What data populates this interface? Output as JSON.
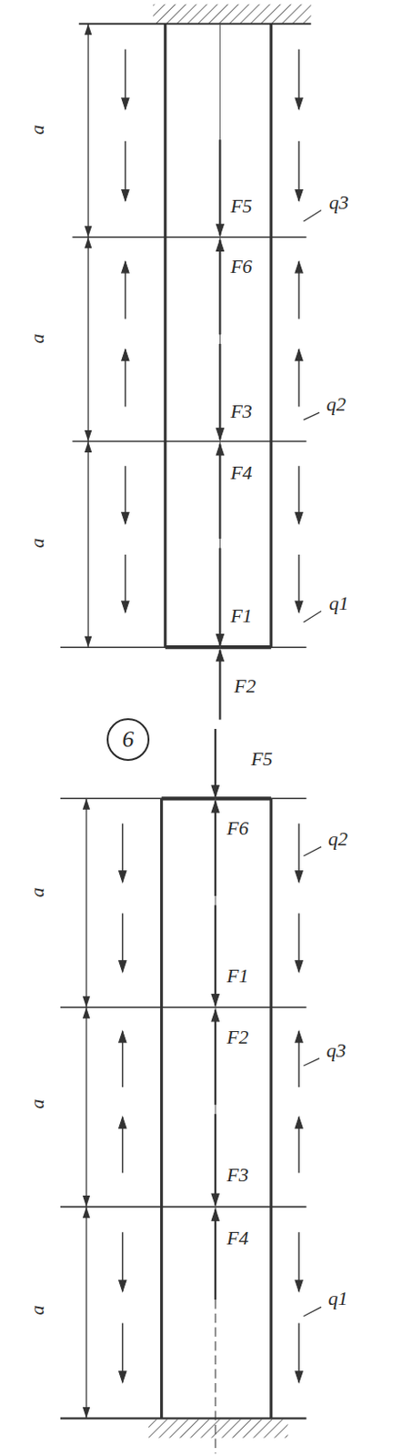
{
  "diagram": {
    "nodes": [
      {
        "text": [
          "6"
        ]
      }
    ],
    "labels": [
      "a",
      "a",
      "a",
      "F5",
      "q3",
      "F6",
      "q2",
      "F3",
      "F4",
      "q1",
      "F1",
      "F2",
      "F5",
      "F6",
      "q2",
      "F1",
      "F2",
      "q3",
      "F3",
      "F4",
      "q1",
      "a",
      "a",
      "a"
    ]
  }
}
